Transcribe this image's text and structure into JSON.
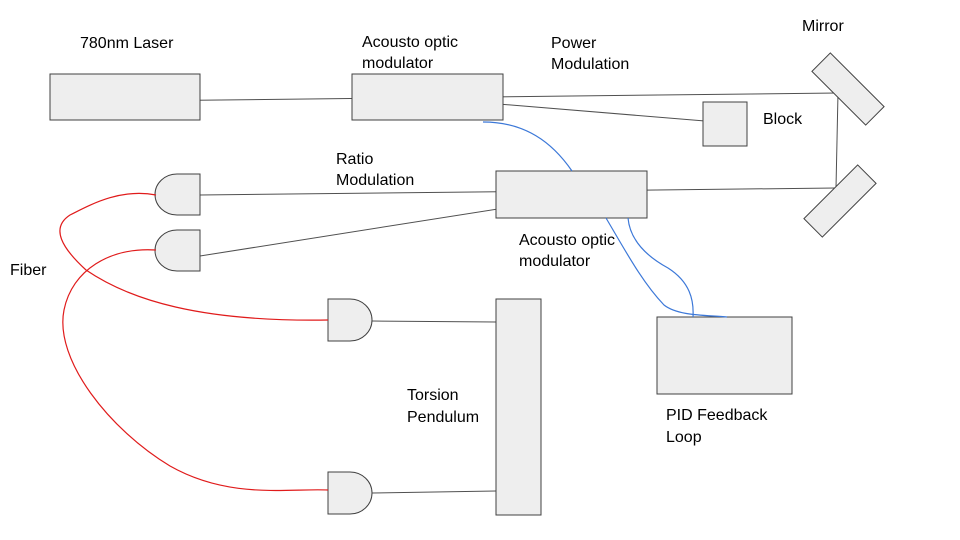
{
  "labels": {
    "laser": "780nm Laser",
    "aom1_line1": "Acousto optic",
    "aom1_line2": "modulator",
    "power_line1": "Power",
    "power_line2": "Modulation",
    "mirror": "Mirror",
    "block": "Block",
    "ratio_line1": "Ratio",
    "ratio_line2": "Modulation",
    "aom2_line1": "Acousto optic",
    "aom2_line2": "modulator",
    "fiber": "Fiber",
    "torsion_line1": "Torsion",
    "torsion_line2": "Pendulum",
    "pid_line1": "PID Feedback",
    "pid_line2": "Loop"
  },
  "colors": {
    "box_fill": "#eeeeee",
    "box_stroke": "#404040",
    "beam": "#505050",
    "coax_cable": "#3c78d8",
    "fiber": "#e01b1b"
  }
}
